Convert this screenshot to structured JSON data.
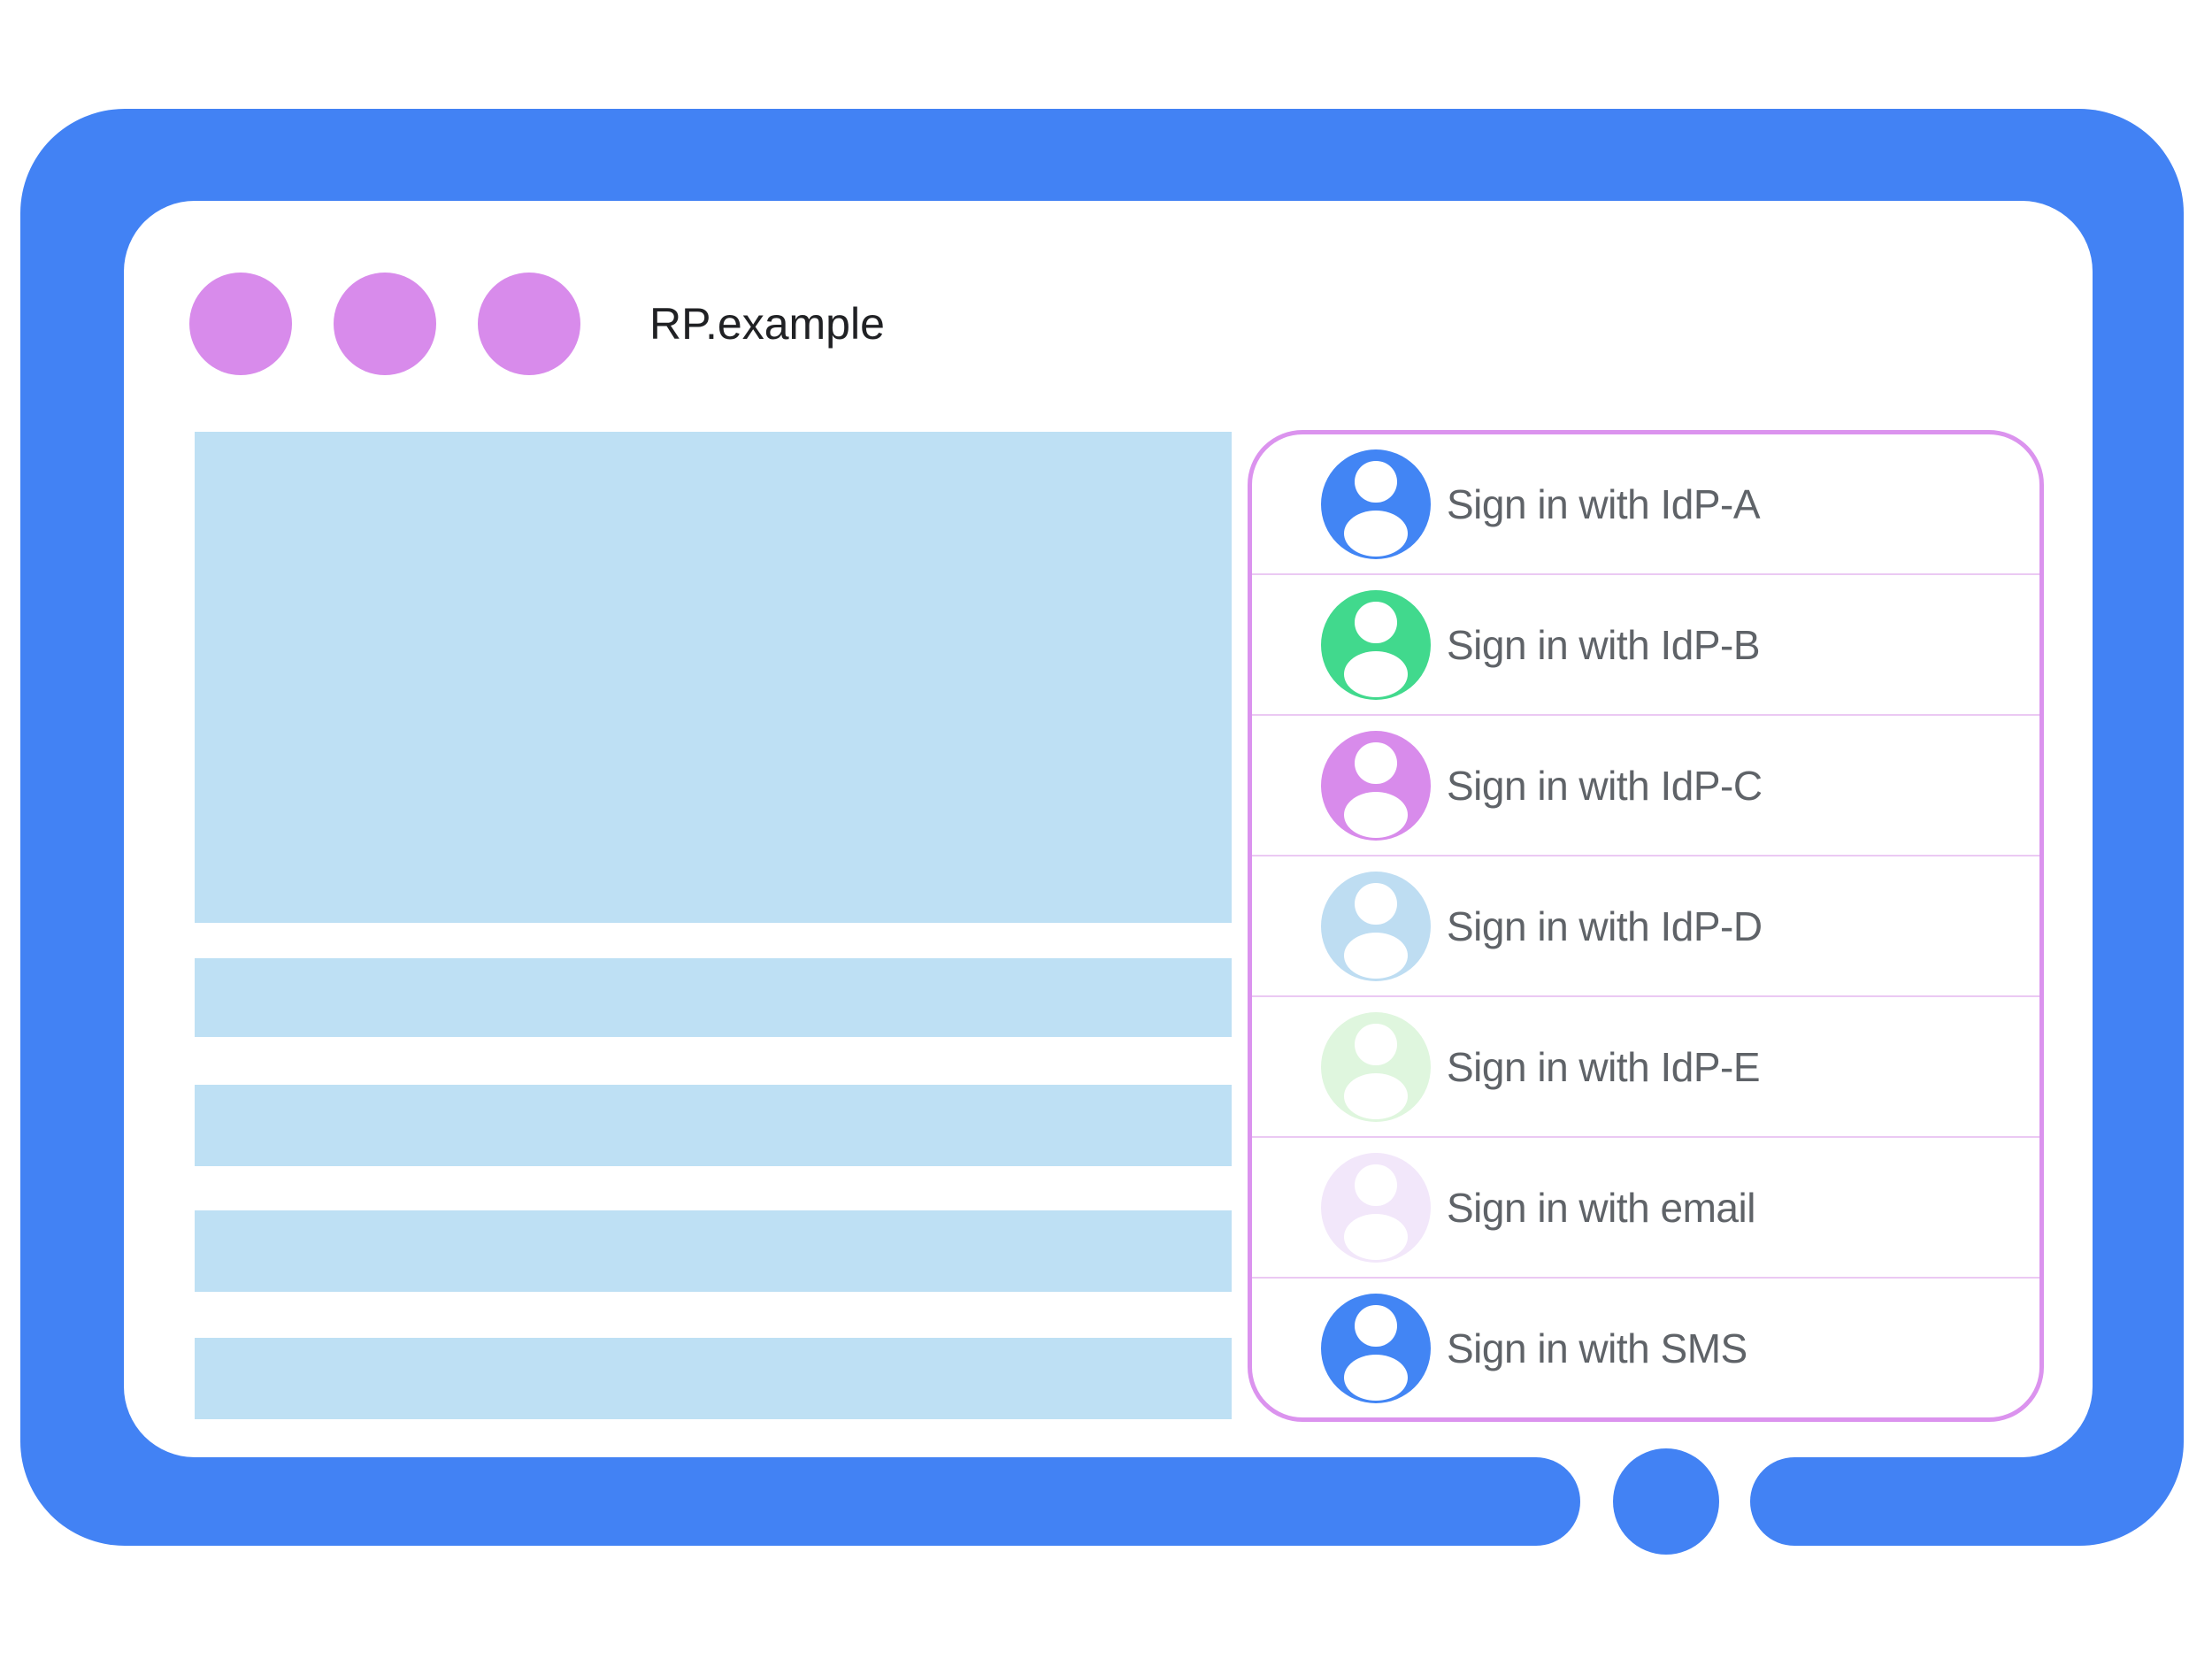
{
  "theme": {
    "colors": {
      "frame": "#4282F4",
      "screen": "#FFFFFF",
      "placeholder": "#BEE0F4",
      "window_dot": "#D88BEB",
      "dialog_border": "#DB93EE",
      "dialog_divider": "#EBC9F3",
      "title_text": "#202124",
      "label_text": "#5F6368",
      "avatar_silhouette": "#FFFFFF"
    }
  },
  "window": {
    "title": "RP.example",
    "dot_count": 3
  },
  "dialog": {
    "items": [
      {
        "label": "Sign in with IdP-A",
        "avatar_color": "#4285F4"
      },
      {
        "label": "Sign in with IdP-B",
        "avatar_color": "#41D98D"
      },
      {
        "label": "Sign in with IdP-C",
        "avatar_color": "#D88BEB"
      },
      {
        "label": "Sign in with IdP-D",
        "avatar_color": "#BEDDF2"
      },
      {
        "label": "Sign in with IdP-E",
        "avatar_color": "#DFF6DE"
      },
      {
        "label": "Sign in with email",
        "avatar_color": "#F2E7FA"
      },
      {
        "label": "Sign in with SMS",
        "avatar_color": "#4285F4"
      }
    ]
  }
}
